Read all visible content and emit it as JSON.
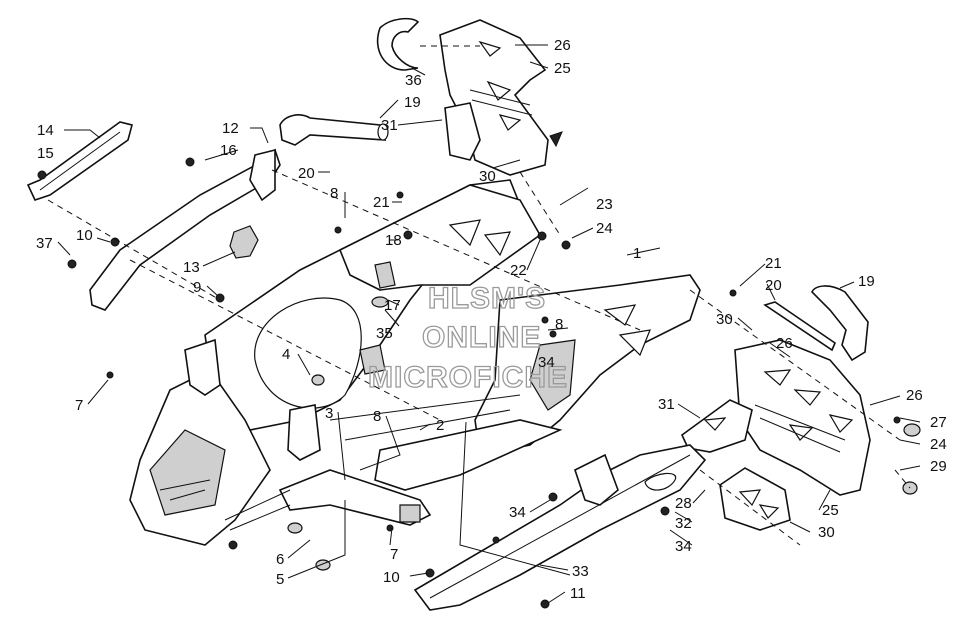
{
  "watermark": {
    "line1": "HLSM'S",
    "line2": "ONLINE",
    "line3": "MICROFICHE"
  },
  "callouts": {
    "c1": "1",
    "c2": "2",
    "c3": "3",
    "c4": "4",
    "c5": "5",
    "c6": "6",
    "c7a": "7",
    "c7b": "7",
    "c8a": "8",
    "c8b": "8",
    "c8c": "8",
    "c9": "9",
    "c10a": "10",
    "c10b": "10",
    "c11": "11",
    "c12": "12",
    "c13": "13",
    "c14": "14",
    "c15": "15",
    "c16": "16",
    "c17": "17",
    "c18": "18",
    "c19a": "19",
    "c19b": "19",
    "c20a": "20",
    "c20b": "20",
    "c21a": "21",
    "c21b": "21",
    "c22": "22",
    "c23": "23",
    "c24a": "24",
    "c24b": "24",
    "c25a": "25",
    "c25b": "25",
    "c26a": "26",
    "c26b": "26",
    "c26c": "26",
    "c27": "27",
    "c28": "28",
    "c29": "29",
    "c30a": "30",
    "c30b": "30",
    "c30c": "30",
    "c31a": "31",
    "c31b": "31",
    "c32": "32",
    "c33": "33",
    "c34a": "34",
    "c34b": "34",
    "c34c": "34",
    "c35": "35",
    "c36": "36",
    "c37": "37"
  }
}
